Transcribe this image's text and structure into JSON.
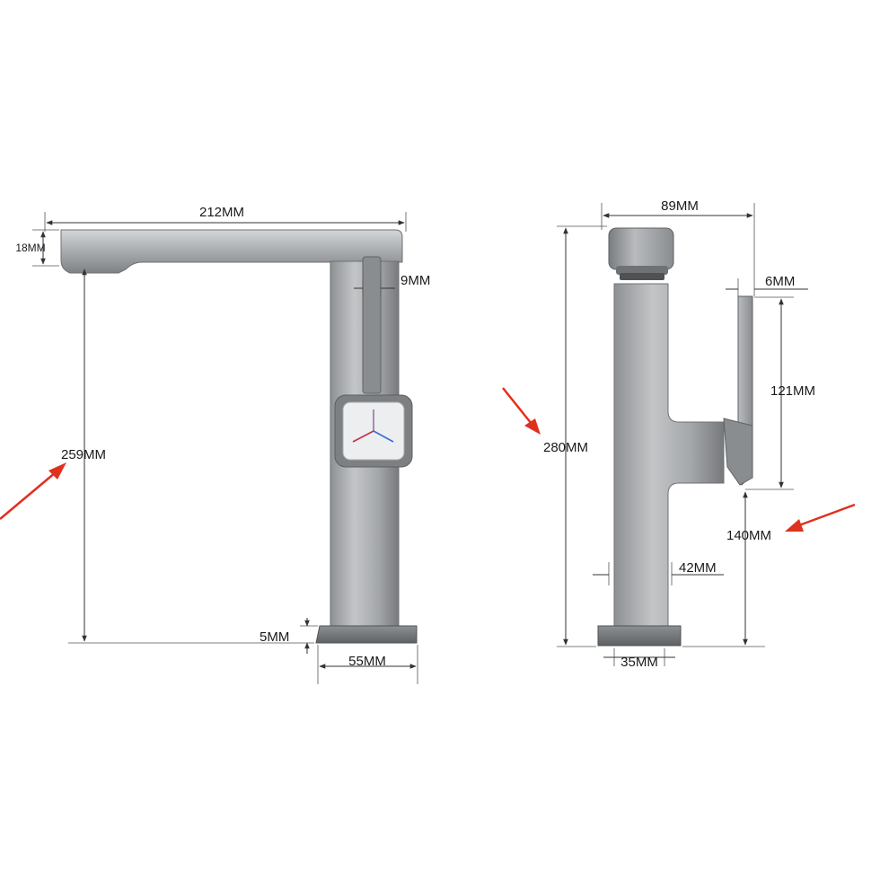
{
  "front_view": {
    "spout_length": "212MM",
    "spout_thickness": "18MM",
    "handle_width": "9MM",
    "spout_height": "259MM",
    "base_plate": "5MM",
    "base_width": "55MM"
  },
  "side_view": {
    "top_width": "89MM",
    "handle_thickness": "6MM",
    "total_height": "280MM",
    "handle_length": "121MM",
    "handle_height": "140MM",
    "body_width": "42MM",
    "base_width": "35MM"
  },
  "colors": {
    "metal_light": "#c9cbcd",
    "metal_mid": "#9a9da0",
    "metal_dark": "#6b6e71",
    "arrow": "#e0301e",
    "hot": "#c0304a",
    "cold": "#3a6fd0"
  }
}
